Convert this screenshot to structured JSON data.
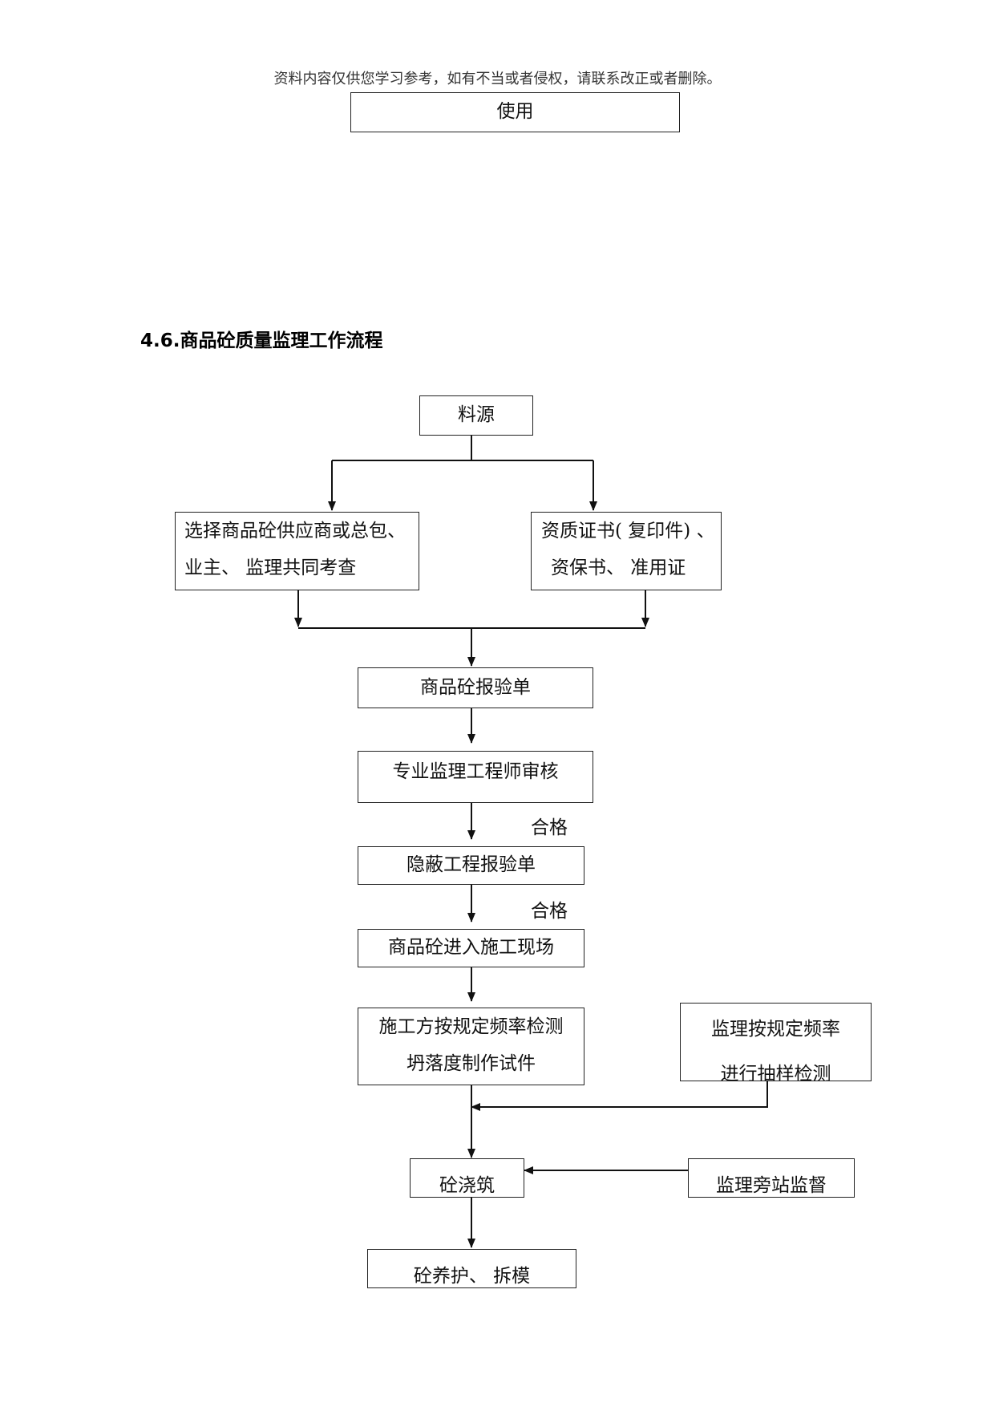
{
  "header": {
    "note": "资料内容仅供您学习参考，如有不当或者侵权，请联系改正或者删除。"
  },
  "top_box": {
    "label": "使用"
  },
  "section": {
    "title": "4.6.商品砼质量监理工作流程"
  },
  "flow": {
    "source": "料源",
    "supplier_selection": {
      "line1": "选择商品砼供应商或总包、",
      "line2": "业主、  监理共同考查"
    },
    "qualification": {
      "line1": "资质证书( 复印件) 、",
      "line2": "资保书、  准用证"
    },
    "inspection_report": "商品砼报验单",
    "engineer_review": "专业监理工程师审核",
    "pass_label_1": "合格",
    "concealed_works_report": "隐蔽工程报验单",
    "pass_label_2": "合格",
    "enter_site": "商品砼进入施工现场",
    "contractor_testing": {
      "line1": "施工方按规定频率检测",
      "line2": "坍落度制作试件"
    },
    "supervisor_sampling": {
      "line1": "监理按规定频率",
      "line2": "进行抽样检测"
    },
    "pouring": "砼浇筑",
    "supervisor_onsite": "监理旁站监督",
    "curing": "砼养护、  拆模"
  }
}
